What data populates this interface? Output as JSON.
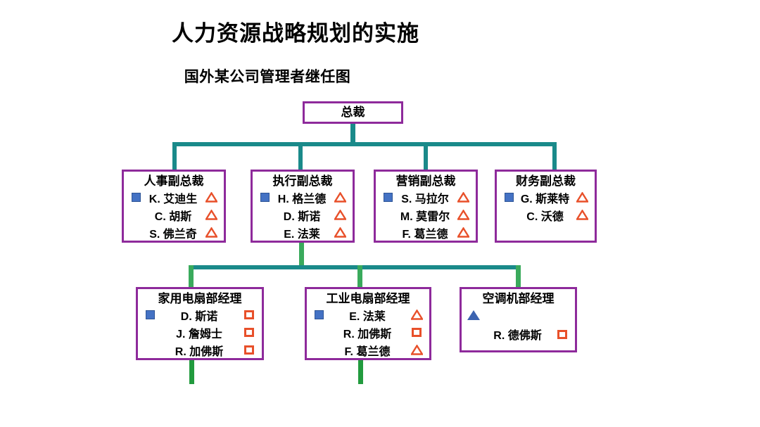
{
  "header": {
    "title": "人力资源战略规划的实施",
    "subtitle": "国外某公司管理者继任图"
  },
  "colors": {
    "box_border": "#8E2A9B",
    "connector_teal": "#1A8A8A",
    "connector_green": "#3AAA5C",
    "marker_blue": "#4472C4",
    "marker_orange": "#E8502A",
    "text": "#000000",
    "background": "#FFFFFF"
  },
  "chart_data": {
    "type": "diagram",
    "title": "国外某公司管理者继任图",
    "levels": 3,
    "nodes": [
      {
        "id": "ceo",
        "title": "总裁",
        "level": 0,
        "lead_marker": "none",
        "people": []
      },
      {
        "id": "vp-hr",
        "title": "人事副总裁",
        "level": 1,
        "lead_marker": "blue-square",
        "people": [
          {
            "name": "K. 艾迪生",
            "marker": "orange-triangle"
          },
          {
            "name": "C. 胡斯",
            "marker": "orange-triangle"
          },
          {
            "name": "S. 佛兰奇",
            "marker": "orange-triangle"
          }
        ]
      },
      {
        "id": "vp-exec",
        "title": "执行副总裁",
        "level": 1,
        "lead_marker": "blue-square",
        "people": [
          {
            "name": "H. 格兰德",
            "marker": "orange-triangle"
          },
          {
            "name": "D. 斯诺",
            "marker": "orange-triangle"
          },
          {
            "name": "E. 法莱",
            "marker": "orange-triangle"
          }
        ]
      },
      {
        "id": "vp-marketing",
        "title": "营销副总裁",
        "level": 1,
        "lead_marker": "blue-square",
        "people": [
          {
            "name": "S. 马拉尔",
            "marker": "orange-triangle"
          },
          {
            "name": "M. 莫雷尔",
            "marker": "orange-triangle"
          },
          {
            "name": "F. 葛兰德",
            "marker": "orange-triangle"
          }
        ]
      },
      {
        "id": "vp-finance",
        "title": "财务副总裁",
        "level": 1,
        "lead_marker": "blue-square",
        "people": [
          {
            "name": "G. 斯莱特",
            "marker": "orange-triangle"
          },
          {
            "name": "C. 沃德",
            "marker": "orange-triangle"
          }
        ]
      },
      {
        "id": "mgr-home-fan",
        "title": "家用电扇部经理",
        "level": 2,
        "lead_marker": "blue-square",
        "people": [
          {
            "name": "D. 斯诺",
            "marker": "orange-square"
          },
          {
            "name": "J. 詹姆士",
            "marker": "orange-square"
          },
          {
            "name": "R. 加佛斯",
            "marker": "orange-square"
          }
        ]
      },
      {
        "id": "mgr-industrial-fan",
        "title": "工业电扇部经理",
        "level": 2,
        "lead_marker": "blue-square",
        "people": [
          {
            "name": "E. 法莱",
            "marker": "orange-triangle"
          },
          {
            "name": "R. 加佛斯",
            "marker": "orange-square"
          },
          {
            "name": "F. 葛兰德",
            "marker": "orange-triangle"
          }
        ]
      },
      {
        "id": "mgr-aircon",
        "title": "空调机部经理",
        "level": 2,
        "lead_marker": "blue-triangle",
        "people": [
          {
            "name": "",
            "marker": "none"
          },
          {
            "name": "R. 德佛斯",
            "marker": "orange-square"
          }
        ]
      }
    ],
    "edges": [
      {
        "from": "ceo",
        "to": "vp-hr"
      },
      {
        "from": "ceo",
        "to": "vp-exec"
      },
      {
        "from": "ceo",
        "to": "vp-marketing"
      },
      {
        "from": "ceo",
        "to": "vp-finance"
      },
      {
        "from": "vp-exec",
        "to": "mgr-home-fan"
      },
      {
        "from": "vp-exec",
        "to": "mgr-industrial-fan"
      },
      {
        "from": "vp-exec",
        "to": "mgr-aircon"
      }
    ]
  }
}
